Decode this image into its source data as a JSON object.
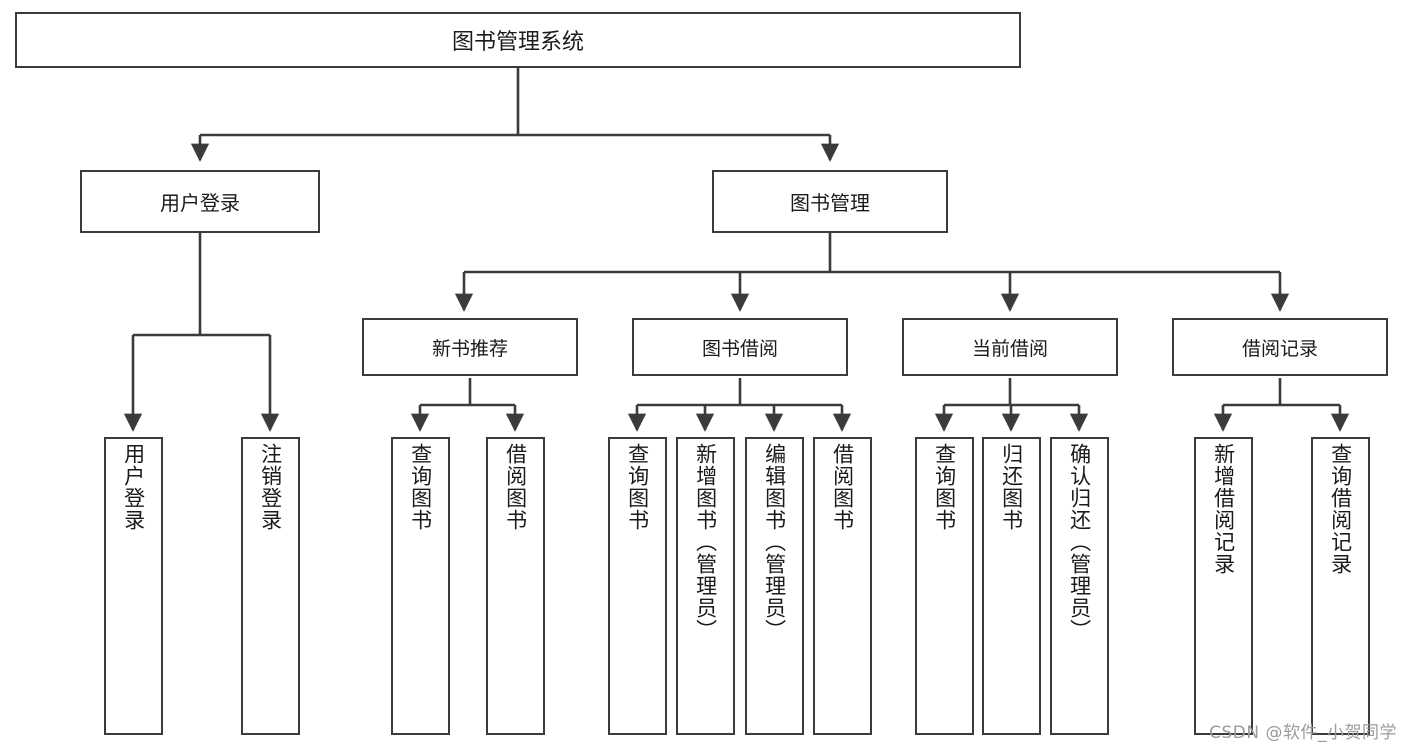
{
  "diagram": {
    "type": "tree",
    "title": "图书管理系统",
    "orientation": "top-down",
    "colors": {
      "box_border": "#3b3b3b",
      "box_fill": "#ffffff",
      "connector": "#3b3b3b",
      "text": "#1b1b1b",
      "watermark": "#9b9b9b"
    },
    "root": {
      "label": "图书管理系统"
    },
    "level1": [
      {
        "id": "user-login",
        "label": "用户登录"
      },
      {
        "id": "book-management",
        "label": "图书管理"
      }
    ],
    "level2": [
      {
        "id": "new-book-recommend",
        "label": "新书推荐",
        "parent": "book-management"
      },
      {
        "id": "book-borrow",
        "label": "图书借阅",
        "parent": "book-management"
      },
      {
        "id": "current-borrow",
        "label": "当前借阅",
        "parent": "book-management"
      },
      {
        "id": "borrow-record",
        "label": "借阅记录",
        "parent": "book-management"
      }
    ],
    "leaves": {
      "user_login": [
        {
          "id": "leaf-user-login",
          "label": "用户登录"
        },
        {
          "id": "leaf-user-logout",
          "label": "注销登录"
        }
      ],
      "new_book_recommend": [
        {
          "id": "leaf-query-book-1",
          "label": "查询图书"
        },
        {
          "id": "leaf-borrow-book-1",
          "label": "借阅图书"
        }
      ],
      "book_borrow": [
        {
          "id": "leaf-query-book-2",
          "label": "查询图书"
        },
        {
          "id": "leaf-add-book",
          "label": "新增图书（管理员）"
        },
        {
          "id": "leaf-edit-book",
          "label": "编辑图书（管理员）"
        },
        {
          "id": "leaf-borrow-book-2",
          "label": "借阅图书"
        }
      ],
      "current_borrow": [
        {
          "id": "leaf-query-book-3",
          "label": "查询图书"
        },
        {
          "id": "leaf-return-book",
          "label": "归还图书"
        },
        {
          "id": "leaf-confirm-return",
          "label": "确认归还（管理员）"
        }
      ],
      "borrow_record": [
        {
          "id": "leaf-add-record",
          "label": "新增借阅记录"
        },
        {
          "id": "leaf-query-record",
          "label": "查询借阅记录"
        }
      ]
    }
  },
  "watermark": {
    "text": "CSDN @软件_小贺同学"
  }
}
